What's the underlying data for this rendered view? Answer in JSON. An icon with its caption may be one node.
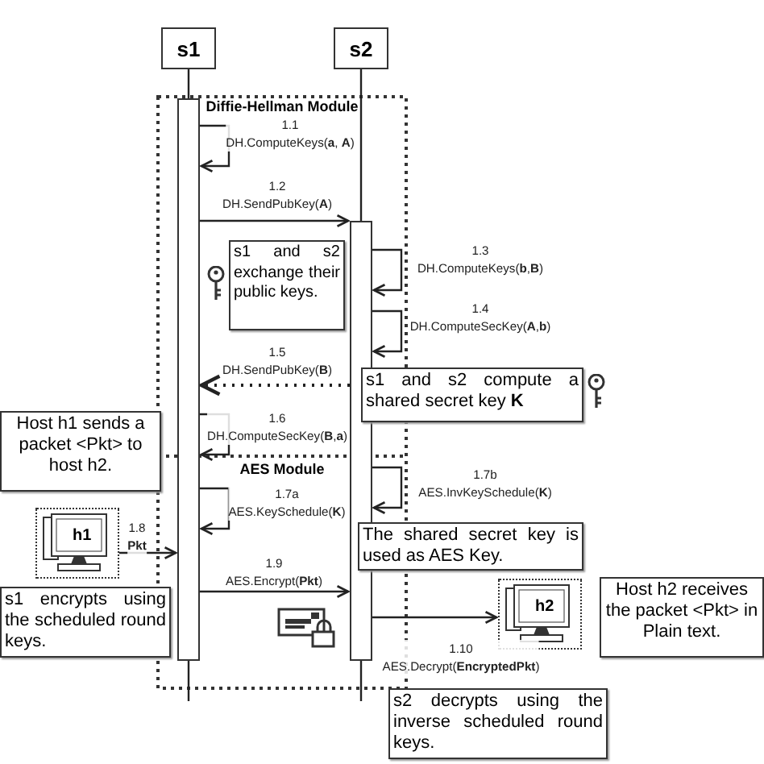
{
  "diagram": {
    "nodes": [
      {
        "text": [
          "s1"
        ]
      },
      {
        "text": [
          "s2"
        ]
      },
      {
        "text": [],
        "shape": "bar"
      },
      {
        "text": [],
        "shape": "bar"
      },
      {
        "text": [
          "s1 and s2 exchange their public keys."
        ]
      },
      {
        "text": [
          "s1 and s2 compute a shared secret key **K**"
        ]
      },
      {
        "text": [
          "Host h1 sends a packet <Pkt> to host h2."
        ]
      },
      {
        "text": [
          "h1"
        ]
      },
      {
        "text": [
          "The shared secret key is used as AES Key."
        ]
      },
      {
        "text": [
          "s1 encrypts using the scheduled round keys."
        ]
      },
      {
        "text": [
          "h2"
        ]
      },
      {
        "text": [
          "Host h2 receives the packet <Pkt> in Plain text."
        ]
      },
      {
        "text": [
          "s2 decrypts using the inverse scheduled round keys."
        ]
      }
    ],
    "edges": [
      {
        "from": 0,
        "to": 2,
        "arrow": "none"
      },
      {
        "from": 1,
        "to": 3,
        "arrow": "none"
      },
      {
        "from": 2,
        "to": 2,
        "arrow": "to",
        "label": "1.1 DH.ComputeKeys(**a**, **A**)"
      },
      {
        "from": 2,
        "to": 3,
        "arrow": "to",
        "label": "1.2 DH.SendPubKey(**A**)"
      },
      {
        "from": 3,
        "to": 3,
        "arrow": "to",
        "label": "1.3 DH.ComputeKeys(**b**,**B**)"
      },
      {
        "from": 3,
        "to": 3,
        "arrow": "to",
        "label": "1.4 DH.ComputeSecKey(**A**,**b**)"
      },
      {
        "from": 3,
        "to": 2,
        "arrow": "to",
        "style": "dashed",
        "label": "1.5 DH.SendPubKey(**B**)"
      },
      {
        "from": 2,
        "to": 2,
        "arrow": "to",
        "label": "1.6 DH.ComputeSecKey(**B**,**a**)"
      },
      {
        "from": 2,
        "to": 2,
        "arrow": "to",
        "label": "1.7a AES.KeySchedule(**K**)"
      },
      {
        "from": 3,
        "to": 3,
        "arrow": "to",
        "label": "1.7b AES.InvKeySchedule(**K**)"
      },
      {
        "from": 7,
        "to": 2,
        "arrow": "to",
        "label": "1.8 **Pkt**"
      },
      {
        "from": 2,
        "to": 3,
        "arrow": "to",
        "label": "1.9 AES.Encrypt(**Pkt**)"
      },
      {
        "from": 3,
        "to": 10,
        "arrow": "to",
        "label": "1.10 AES.Decrypt(**EncryptedPkt**)"
      }
    ],
    "labels": [
      "Diffie-Hellman Module",
      "AES Module"
    ]
  }
}
